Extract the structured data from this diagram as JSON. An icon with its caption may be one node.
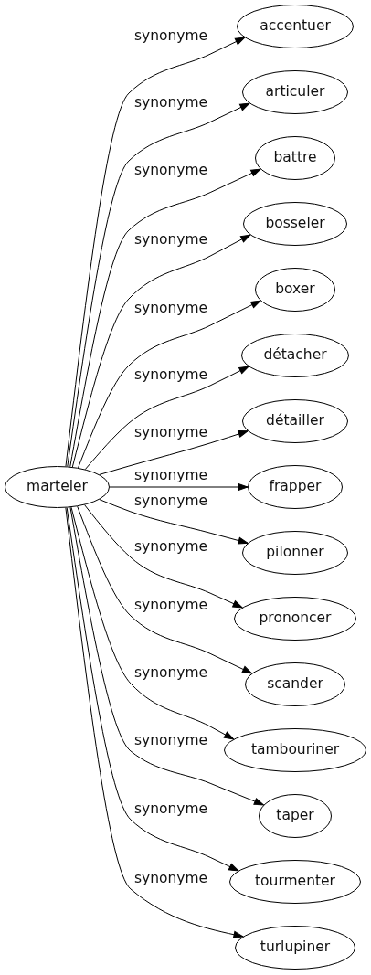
{
  "diagram": {
    "nodes": [
      {
        "text": [
          "marteler"
        ]
      },
      {
        "text": [
          "accentuer"
        ]
      },
      {
        "text": [
          "articuler"
        ]
      },
      {
        "text": [
          "battre"
        ]
      },
      {
        "text": [
          "bosseler"
        ]
      },
      {
        "text": [
          "boxer"
        ]
      },
      {
        "text": [
          "détacher"
        ]
      },
      {
        "text": [
          "détailler"
        ]
      },
      {
        "text": [
          "frapper"
        ]
      },
      {
        "text": [
          "pilonner"
        ]
      },
      {
        "text": [
          "prononcer"
        ]
      },
      {
        "text": [
          "scander"
        ]
      },
      {
        "text": [
          "tambouriner"
        ]
      },
      {
        "text": [
          "taper"
        ]
      },
      {
        "text": [
          "tourmenter"
        ]
      },
      {
        "text": [
          "turlupiner"
        ]
      }
    ],
    "edges": [
      {
        "from": 0,
        "to": 1,
        "arrow": "to",
        "label": "synonyme"
      },
      {
        "from": 0,
        "to": 2,
        "arrow": "to",
        "label": "synonyme"
      },
      {
        "from": 0,
        "to": 3,
        "arrow": "to",
        "label": "synonyme"
      },
      {
        "from": 0,
        "to": 4,
        "arrow": "to",
        "label": "synonyme"
      },
      {
        "from": 0,
        "to": 5,
        "arrow": "to",
        "label": "synonyme"
      },
      {
        "from": 0,
        "to": 6,
        "arrow": "to",
        "label": "synonyme"
      },
      {
        "from": 0,
        "to": 7,
        "arrow": "to",
        "label": "synonyme"
      },
      {
        "from": 0,
        "to": 8,
        "arrow": "to",
        "label": "synonyme"
      },
      {
        "from": 0,
        "to": 9,
        "arrow": "to",
        "label": "synonyme"
      },
      {
        "from": 0,
        "to": 10,
        "arrow": "to",
        "label": "synonyme"
      },
      {
        "from": 0,
        "to": 11,
        "arrow": "to",
        "label": "synonyme"
      },
      {
        "from": 0,
        "to": 12,
        "arrow": "to",
        "label": "synonyme"
      },
      {
        "from": 0,
        "to": 13,
        "arrow": "to",
        "label": "synonyme"
      },
      {
        "from": 0,
        "to": 14,
        "arrow": "to",
        "label": "synonyme"
      },
      {
        "from": 0,
        "to": 15,
        "arrow": "to",
        "label": "synonyme"
      }
    ]
  }
}
